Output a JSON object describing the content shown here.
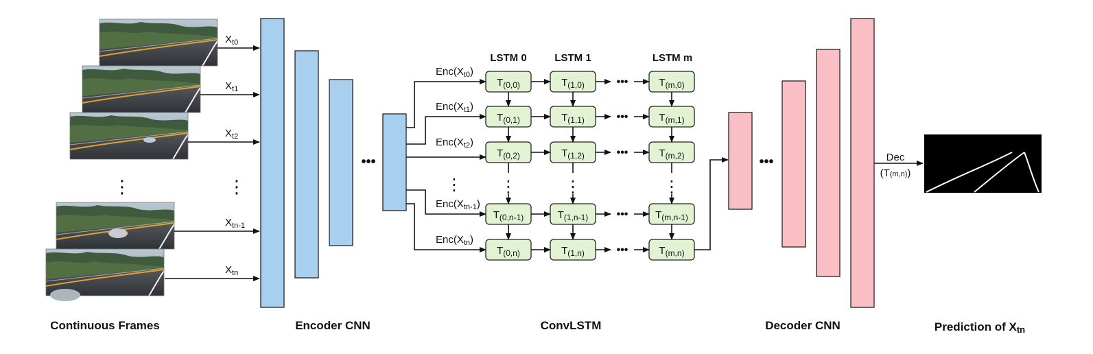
{
  "captions": {
    "frames": "Continuous Frames",
    "encoder": "Encoder CNN",
    "convlstm": "ConvLSTM",
    "decoder": "Decoder CNN",
    "prediction_pre": "Prediction of X",
    "prediction_sub": "tn"
  },
  "frame_inputs": [
    {
      "base": "X",
      "sub": "t0"
    },
    {
      "base": "X",
      "sub": "t1"
    },
    {
      "base": "X",
      "sub": "t2"
    },
    {
      "base": "X",
      "sub": "tn-1"
    },
    {
      "base": "X",
      "sub": "tn"
    }
  ],
  "enc_inputs": [
    {
      "base": "Enc(X",
      "sub": "t0",
      "end": ")"
    },
    {
      "base": "Enc(X",
      "sub": "t1",
      "end": ")"
    },
    {
      "base": "Enc(X",
      "sub": "t2",
      "end": ")"
    },
    {
      "base": "Enc(X",
      "sub": "tn-1",
      "end": ")"
    },
    {
      "base": "Enc(X",
      "sub": "tn",
      "end": ")"
    }
  ],
  "lstm_headers": [
    "LSTM 0",
    "LSTM 1",
    "LSTM m"
  ],
  "cells": [
    [
      "(0,0)",
      "(1,0)",
      "(m,0)"
    ],
    [
      "(0,1)",
      "(1,1)",
      "(m,1)"
    ],
    [
      "(0,2)",
      "(1,2)",
      "(m,2)"
    ],
    [
      "(0,n-1)",
      "(1,n-1)",
      "(m,n-1)"
    ],
    [
      "(0,n)",
      "(1,n)",
      "(m,n)"
    ]
  ],
  "cell_prefix": "T",
  "dec_label": {
    "line1": "Dec",
    "line2_open": "(T",
    "line2_sub": "(m,n)",
    "line2_close": ")"
  },
  "ellipsis": "•••",
  "vdots": "⋮",
  "colors": {
    "encoder": "#a9cfee",
    "decoder": "#f9bfc5",
    "cell": "#e2f3d3",
    "road": "#3a3d42",
    "prediction_bg": "#000000"
  }
}
